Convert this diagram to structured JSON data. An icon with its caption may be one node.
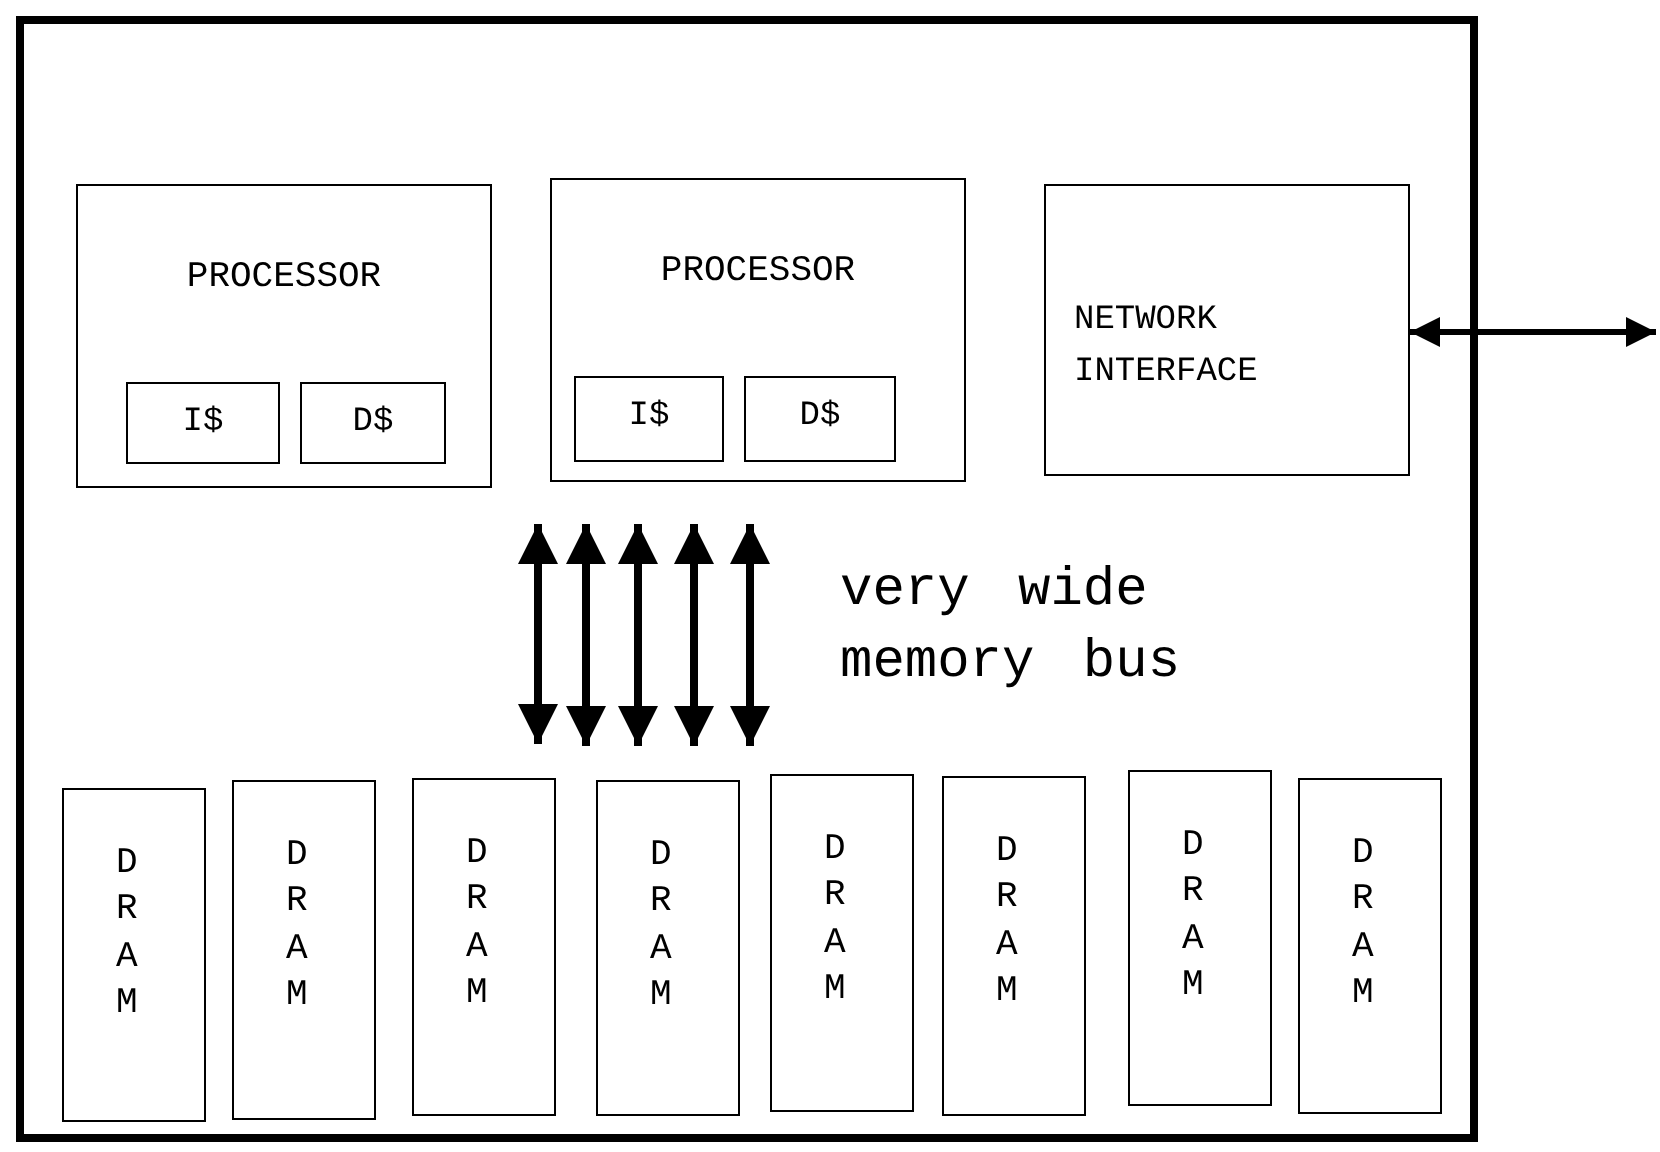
{
  "diagram": {
    "nodes": [
      {
        "text": [],
        "shape": "box"
      },
      {
        "text": [
          "PROCESSOR"
        ],
        "in": 0
      },
      {
        "text": [
          "I$"
        ],
        "in": 1
      },
      {
        "text": [
          "D$"
        ],
        "in": 1
      },
      {
        "text": [
          "PROCESSOR"
        ],
        "in": 0
      },
      {
        "text": [
          "I$"
        ],
        "in": 4
      },
      {
        "text": [
          "D$"
        ],
        "in": 4
      },
      {
        "text": [
          "NETWORK INTERFACE"
        ],
        "in": 0
      },
      {
        "text": [
          "DRAM"
        ],
        "in": 0
      },
      {
        "text": [
          "DRAM"
        ],
        "in": 0
      },
      {
        "text": [
          "DRAM"
        ],
        "in": 0
      },
      {
        "text": [
          "DRAM"
        ],
        "in": 0
      },
      {
        "text": [
          "DRAM"
        ],
        "in": 0
      },
      {
        "text": [
          "DRAM"
        ],
        "in": 0
      },
      {
        "text": [
          "DRAM"
        ],
        "in": 0
      },
      {
        "text": [
          "DRAM"
        ],
        "in": 0
      }
    ],
    "edges": [
      {
        "from": 7,
        "to": null,
        "arrow": "both"
      },
      {
        "from": 4,
        "to": 10,
        "arrow": "both"
      },
      {
        "from": 4,
        "to": 11,
        "arrow": "both"
      },
      {
        "from": 4,
        "to": 11,
        "arrow": "both"
      },
      {
        "from": 4,
        "to": 11,
        "arrow": "both"
      },
      {
        "from": 4,
        "to": 11,
        "arrow": "both"
      }
    ],
    "labels": [
      "very wide memory bus"
    ]
  }
}
